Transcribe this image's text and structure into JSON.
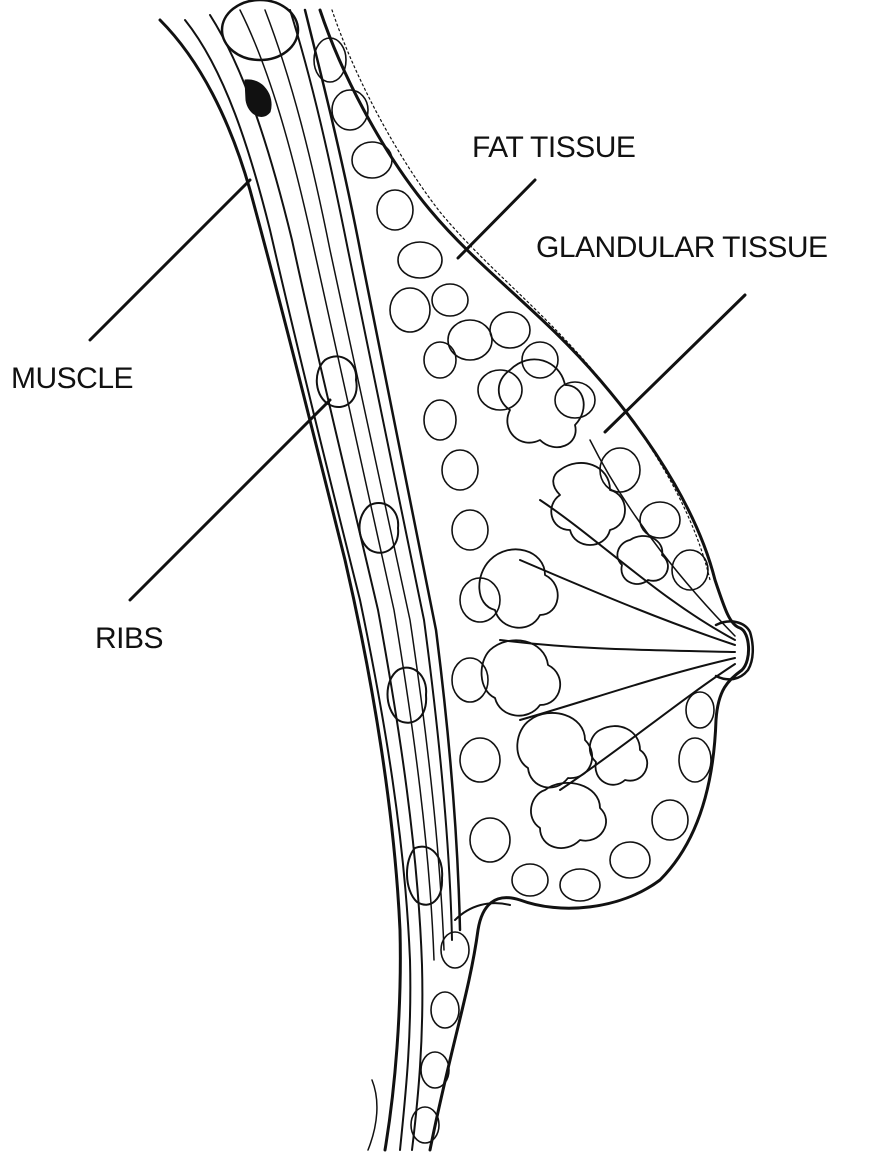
{
  "diagram": {
    "labels": {
      "fat_tissue": "FAT TISSUE",
      "glandular_tissue": "GLANDULAR TISSUE",
      "muscle": "MUSCLE",
      "ribs": "RIBS"
    },
    "colors": {
      "ink": "#111111",
      "background": "#ffffff"
    }
  }
}
